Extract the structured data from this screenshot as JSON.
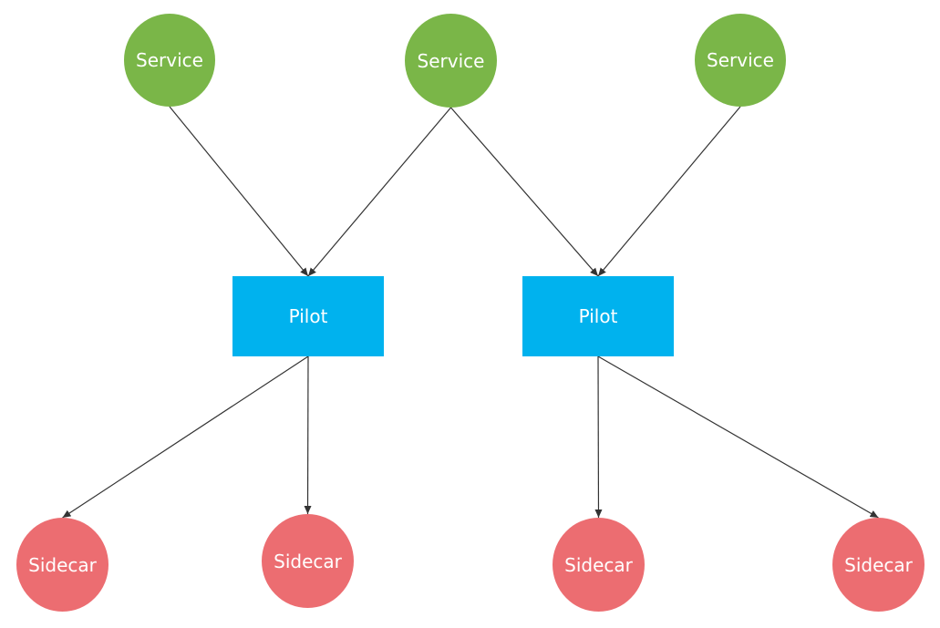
{
  "colors": {
    "service": "#7ab648",
    "pilot": "#00b2ee",
    "sidecar": "#ec6d71",
    "edge": "#333333"
  },
  "nodes": {
    "service_1": {
      "label": "Service"
    },
    "service_2": {
      "label": "Service"
    },
    "service_3": {
      "label": "Service"
    },
    "pilot_1": {
      "label": "Pilot"
    },
    "pilot_2": {
      "label": "Pilot"
    },
    "sidecar_1": {
      "label": "Sidecar"
    },
    "sidecar_2": {
      "label": "Sidecar"
    },
    "sidecar_3": {
      "label": "Sidecar"
    },
    "sidecar_4": {
      "label": "Sidecar"
    }
  },
  "edges": [
    {
      "from": "service_1",
      "to": "pilot_1"
    },
    {
      "from": "service_2",
      "to": "pilot_1"
    },
    {
      "from": "service_2",
      "to": "pilot_2"
    },
    {
      "from": "service_3",
      "to": "pilot_2"
    },
    {
      "from": "pilot_1",
      "to": "sidecar_1"
    },
    {
      "from": "pilot_1",
      "to": "sidecar_2"
    },
    {
      "from": "pilot_2",
      "to": "sidecar_3"
    },
    {
      "from": "pilot_2",
      "to": "sidecar_4"
    }
  ]
}
